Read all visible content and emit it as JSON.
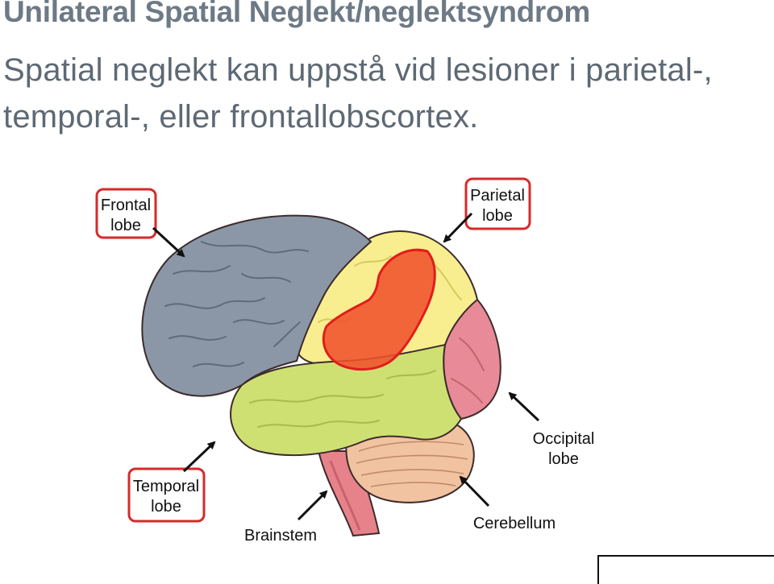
{
  "slide": {
    "title": "Unilateral Spatial Neglekt/neglektsyndrom",
    "subtitle": "Spatial neglekt kan uppstå vid lesioner i parietal-, temporal-, eller frontallobscortex."
  },
  "labels": {
    "frontal": [
      "Frontal",
      "lobe"
    ],
    "parietal": [
      "Parietal",
      "lobe"
    ],
    "occipital": [
      "Occipital",
      "lobe"
    ],
    "temporal": [
      "Temporal",
      "lobe"
    ],
    "brainstem": "Brainstem",
    "cerebellum": "Cerebellum"
  },
  "colors": {
    "frontal": "#8b97a6",
    "parietal": "#f8ee8f",
    "lesion": "#f0522c",
    "lesion_outline": "#e11d1d",
    "temporal": "#cfe073",
    "occipital": "#e88a98",
    "cerebellum": "#f2c3a0",
    "brainstem": "#e8828a",
    "label_border": "#d62a2a"
  }
}
